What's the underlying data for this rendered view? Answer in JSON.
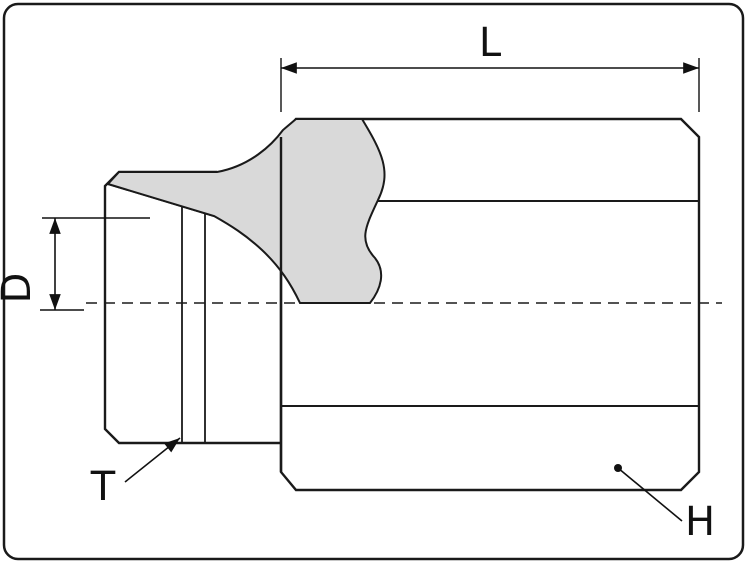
{
  "drawing": {
    "labels": {
      "length": "L",
      "diameter": "D",
      "thread": "T",
      "hex": "H"
    },
    "colors": {
      "line": "#1a1a1a",
      "section_fill": "#d9d9d9",
      "background": "#ffffff"
    }
  }
}
